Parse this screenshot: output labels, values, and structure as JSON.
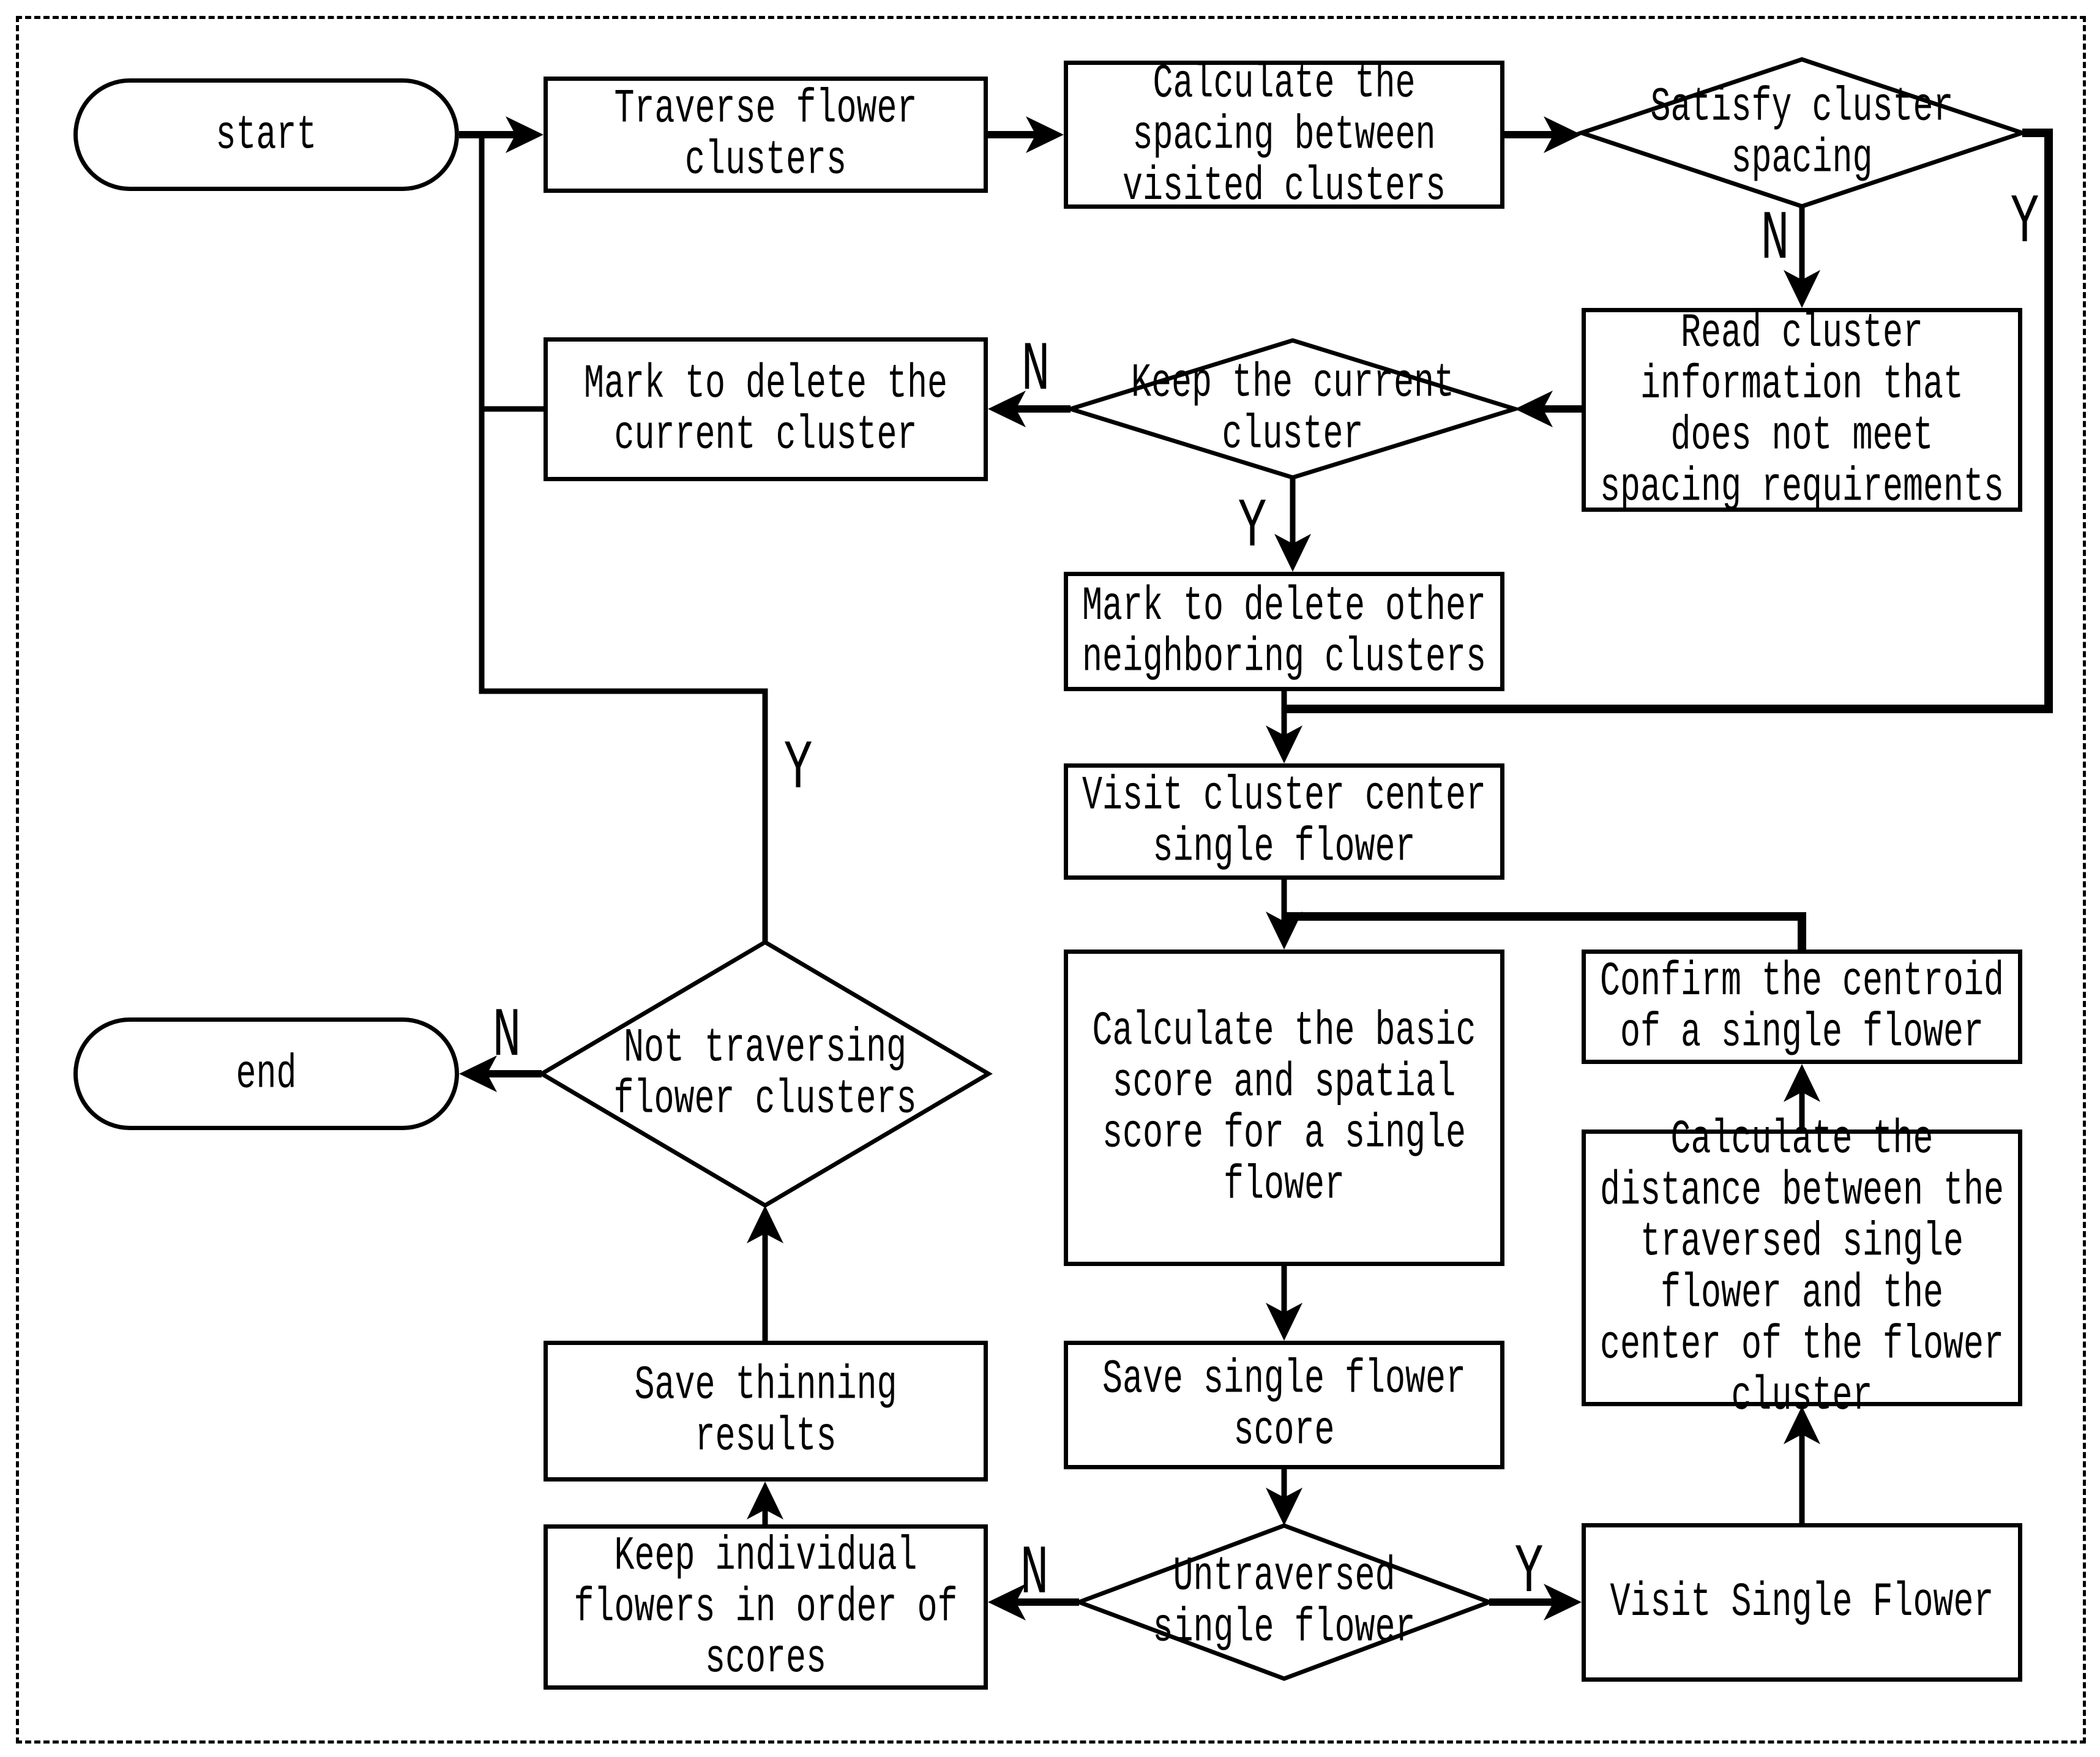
{
  "diagram": {
    "nodes": {
      "start": "start",
      "traverse": "Traverse flower\nclusters",
      "calc_spacing": "Calculate the\nspacing between\nvisited clusters",
      "satisfy": "Satisfy cluster\nspacing",
      "read_info": "Read cluster\ninformation that\ndoes not meet\nspacing requirements",
      "keep_current": "Keep the current\ncluster",
      "mark_delete_current": "Mark to delete the\ncurrent cluster",
      "mark_delete_other": "Mark to delete other\nneighboring clusters",
      "visit_center": "Visit cluster center\nsingle flower",
      "calc_basic": "Calculate the basic\nscore and spatial\nscore for a single\nflower",
      "confirm_centroid": "Confirm the centroid\nof a single flower",
      "calc_distance": "Calculate the\ndistance between the\ntraversed single\nflower and the\ncenter of the flower\ncluster",
      "save_score": "Save single flower\nscore",
      "untraversed": "Untraversed\nsingle flower",
      "visit_single": "Visit Single Flower",
      "keep_individual": "Keep individual\nflowers in order of\nscores",
      "save_thinning": "Save thinning\nresults",
      "not_traversing": "Not traversing\nflower clusters",
      "end": "end"
    },
    "edge_labels": {
      "satisfy_no": "N",
      "satisfy_yes": "Y",
      "keep_no": "N",
      "keep_yes": "Y",
      "loop_yes": "Y",
      "not_traversing_no": "N",
      "untraversed_no": "N",
      "untraversed_yes": "Y"
    },
    "colors": {
      "ink": "#000000",
      "background": "#ffffff"
    }
  }
}
